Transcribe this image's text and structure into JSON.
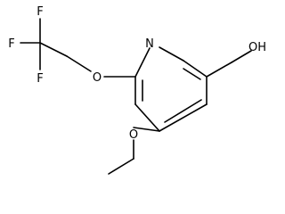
{
  "structure": {
    "atoms": [
      {
        "id": "n1",
        "symbol": "N"
      },
      {
        "id": "o1",
        "symbol": "O"
      },
      {
        "id": "o2",
        "symbol": "O"
      },
      {
        "id": "oh",
        "symbol": "OH"
      },
      {
        "id": "f1",
        "symbol": "F"
      },
      {
        "id": "f2",
        "symbol": "F"
      },
      {
        "id": "f3",
        "symbol": "F"
      }
    ]
  },
  "colors": {
    "bond": "#000000",
    "label": "#000000",
    "background": "#ffffff"
  }
}
